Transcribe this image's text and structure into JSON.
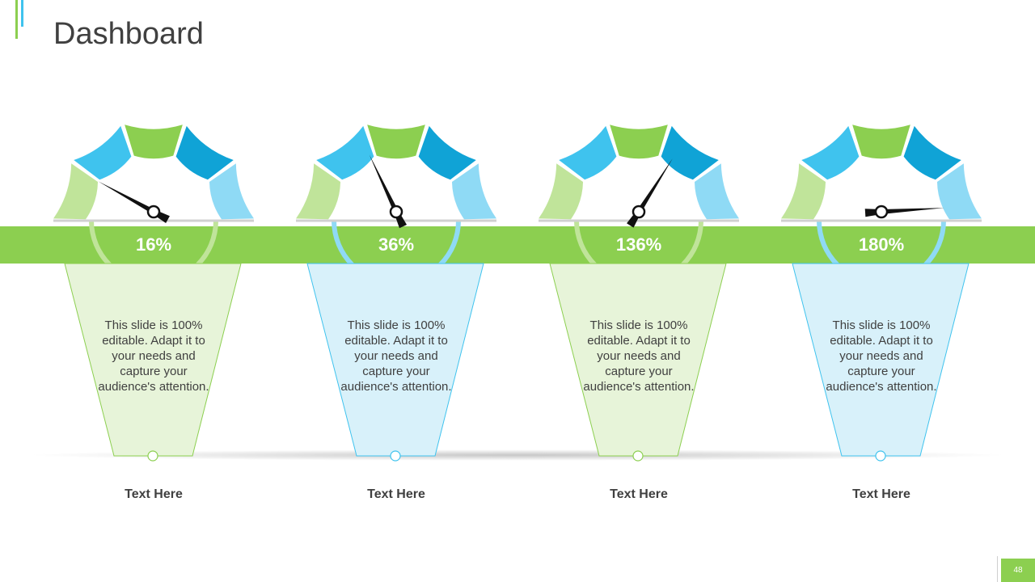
{
  "title": "Dashboard",
  "page_number": "48",
  "colors": {
    "green": "#8ccf50",
    "light_green": "#c0e49a",
    "blue": "#3fc3ee",
    "dark_blue": "#10a3d6",
    "light_blue": "#8fdaf5",
    "funnel_green": "#e7f4d9",
    "funnel_blue": "#d8f1fa",
    "text": "#404040"
  },
  "gauges": [
    {
      "percent": "16%",
      "fraction": 0.16,
      "theme": "green",
      "description": "This slide is 100% editable. Adapt it to your needs and capture your audience's attention.",
      "label": "Text Here"
    },
    {
      "percent": "36%",
      "fraction": 0.36,
      "theme": "blue",
      "description": "This slide is 100% editable. Adapt it to your needs and capture your audience's attention.",
      "label": "Text Here"
    },
    {
      "percent": "136%",
      "fraction": 0.68,
      "theme": "green",
      "description": "This slide is 100% editable. Adapt it to your needs and capture your audience's attention.",
      "label": "Text Here"
    },
    {
      "percent": "180%",
      "fraction": 0.98,
      "theme": "blue",
      "description": "This slide is 100% editable. Adapt it to your needs and capture your audience's attention.",
      "label": "Text Here"
    }
  ]
}
